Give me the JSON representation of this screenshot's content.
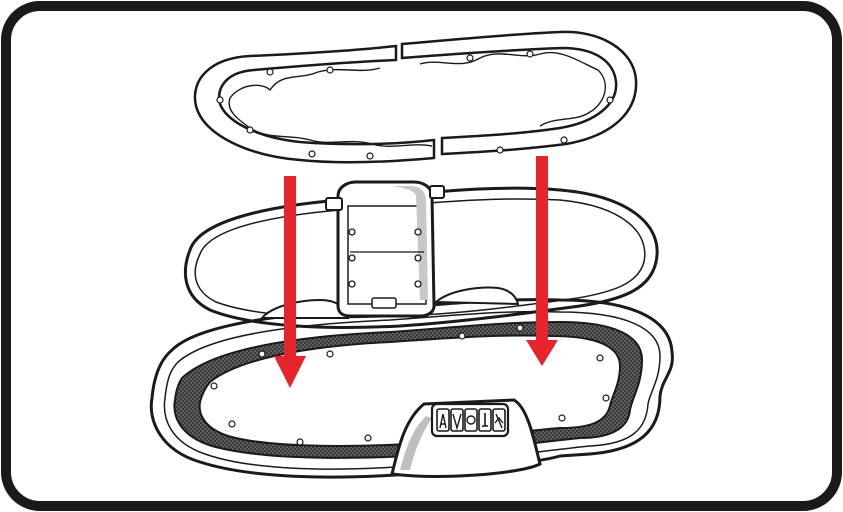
{
  "diagram": {
    "colors": {
      "frame": "#1a1a1a",
      "background": "#ffffff",
      "line": "#1a1a1a",
      "arrow": "#e5242b",
      "mat_texture": "#2b2b2b",
      "mat_dot": "#8a8a8a"
    },
    "icons": [
      "tummy-time-icon",
      "vibration-icon",
      "music-icon",
      "light-icon",
      "volume-icon"
    ],
    "arrows": [
      {
        "name": "left-down-arrow",
        "direction": "down"
      },
      {
        "name": "right-down-arrow",
        "direction": "down"
      }
    ]
  }
}
